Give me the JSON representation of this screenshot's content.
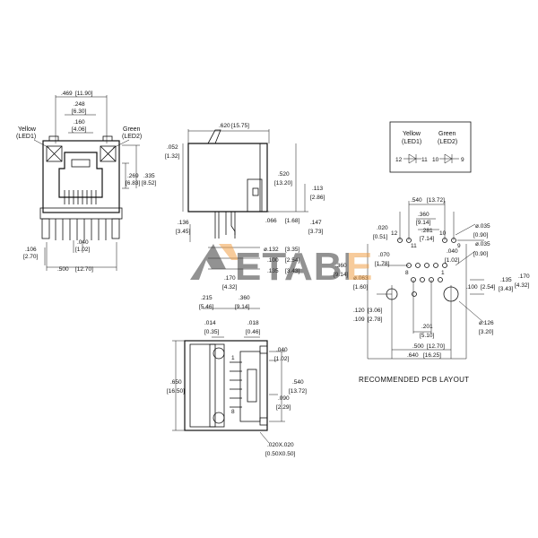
{
  "front_view": {
    "led1_name": "Yellow",
    "led1_id": "(LED1)",
    "led2_name": "Green",
    "led2_id": "(LED2)",
    "d_469": ".469",
    "d_1190": "[11.90]",
    "d_248": ".248",
    "d_630": "[6.30]",
    "d_160": ".160",
    "d_406": "[4.06]",
    "d_269": ".269",
    "d_683": "[6.83]",
    "d_335": ".335",
    "d_852": "[8.52]",
    "d_106": ".106",
    "d_270": "[2.70]",
    "d_040": ".040",
    "d_102": "[1.02]",
    "d_500": ".500",
    "d_1270": "[12.70]"
  },
  "side_view": {
    "d_620": ".620",
    "d_1575": "[15.75]",
    "d_052": ".052",
    "d_132": "[1.32]",
    "d_520": ".520",
    "d_1320": "[13.20]",
    "d_113": ".113",
    "d_286": "[2.86]",
    "d_136": ".136",
    "d_345": "[3.45]",
    "d_066": ".066",
    "d_168": "[1.68]",
    "d_147": ".147",
    "d_373": "[3.73]",
    "d_132b": "ø.132",
    "d_335b": "[3.35]",
    "d_100": ".100",
    "d_254": "[2.54]",
    "d_135": ".135",
    "d_343": "[3.43]",
    "d_170": ".170",
    "d_432": "[4.32]",
    "d_215": ".215",
    "d_546": "[5.46]",
    "d_360": ".360",
    "d_914": "[9.14]"
  },
  "bottom_view": {
    "d_014": ".014",
    "d_035": "[0.35]",
    "d_018": ".018",
    "d_046": "[0.46]",
    "d_040": ".040",
    "d_102": "[1.02]",
    "d_650": ".650",
    "d_1650": "[16.50]",
    "d_540": ".540",
    "d_1372": "[13.72]",
    "d_090": ".090",
    "d_229": "[2.29]",
    "d_020x": ".020X.020",
    "d_050x": "[0.50X0.50]",
    "pin_1": "1",
    "pin_8": "8"
  },
  "led_box": {
    "yellow": "Yellow",
    "yellow_id": "(LED1)",
    "green": "Green",
    "green_id": "(LED2)",
    "p12": "12",
    "p11": "11",
    "p10": "10",
    "p9": "9"
  },
  "pcb_layout": {
    "title": "RECOMMENDED PCB LAYOUT",
    "d_540": ".540",
    "d_1372": "[13.72]",
    "d_360": ".360",
    "d_914": "[9.14]",
    "d_281": ".281",
    "d_714": "[7.14]",
    "d_020": ".020",
    "d_051": "[0.51]",
    "d_035a": "ø.035",
    "d_090a": "[0.90]",
    "d_035b": "ø.035",
    "d_090b": "[0.90]",
    "d_070": ".070",
    "d_178": "[1.78]",
    "d_040": ".040",
    "d_102": "[1.02]",
    "d_063": "ø.063",
    "d_160": "[1.60]",
    "d_360v": ".360",
    "d_914v": "[9.14]",
    "d_100": ".100",
    "d_254": "[2.54]",
    "d_135": ".135",
    "d_343": "[3.43]",
    "d_170": ".170",
    "d_432": "[4.32]",
    "d_120": ".120",
    "d_306": "[3.06]",
    "d_109": ".109",
    "d_278": "[2.78]",
    "d_201": ".201",
    "d_510": "[5.10]",
    "d_126": "ø.126",
    "d_320": "[3.20]",
    "d_500": ".500",
    "d_1270": "[12.70]",
    "d_640": ".640",
    "d_1625": "[16.25]",
    "p12": "12",
    "p11": "11",
    "p10": "10",
    "p9": "9",
    "p8": "8",
    "p1": "1"
  },
  "watermark": {
    "text_a": "ETABE",
    "text_b": "E"
  },
  "colors": {
    "watermark_dark": "#3a3a3a",
    "watermark_accent": "#f2a24a"
  }
}
